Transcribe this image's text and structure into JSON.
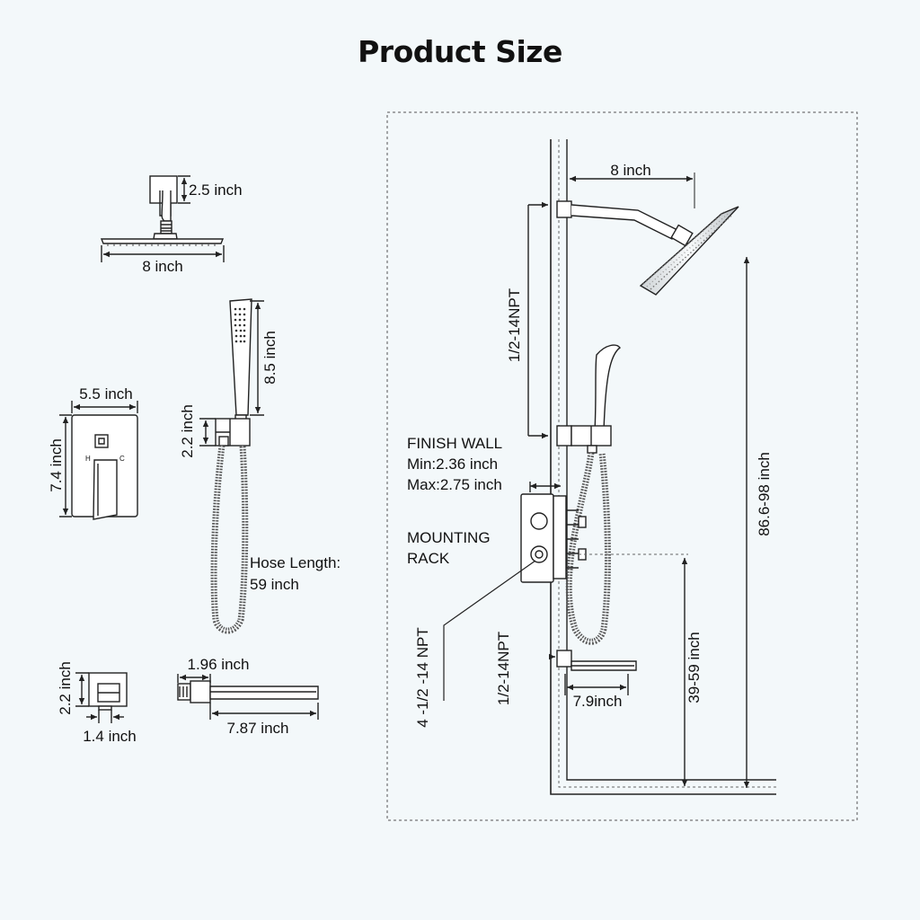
{
  "page": {
    "title": "Product Size",
    "background": "#f3f8fa",
    "line_color": "#222222"
  },
  "labels": {
    "shower_head_height": "2.5 inch",
    "shower_head_width": "8 inch",
    "handheld_height": "8.5 inch",
    "holder_height": "2.2 inch",
    "hose_length_label": "Hose Length:",
    "hose_length_value": "59 inch",
    "valve_plate_width": "5.5 inch",
    "valve_plate_height": "7.4 inch",
    "valve_cold_mark": "C",
    "valve_hot_mark": "H",
    "elbow_height": "2.2 inch",
    "elbow_width": "1.4 inch",
    "spout_inlet": "1.96 inch",
    "spout_length": "7.87 inch",
    "arm_length": "8 inch",
    "top_thread": "1/2-14NPT",
    "finish_wall_title": "FINISH WALL",
    "finish_wall_min": "Min:2.36 inch",
    "finish_wall_max": "Max:2.75 inch",
    "mounting_rack_line1": "MOUNTING",
    "mounting_rack_line2": "RACK",
    "valve_thread": "4 -1/2 -14 NPT",
    "spout_thread": "1/2-14NPT",
    "spout_projection": "7.9inch",
    "head_height_range": "86.6-98 inch",
    "spout_height_range": "39-59 inch"
  }
}
